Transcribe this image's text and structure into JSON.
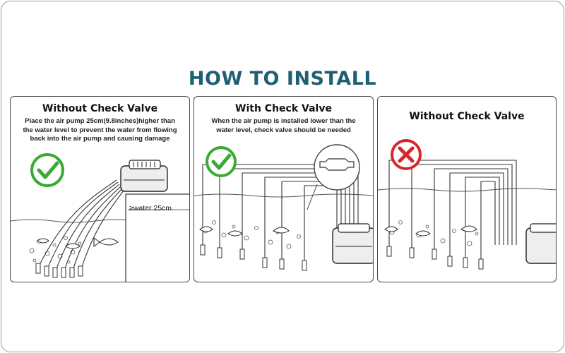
{
  "heading": "HOW TO INSTALL",
  "panels": [
    {
      "title": "Without Check Valve",
      "description_lines": [
        "Place the air pump 25cm(9.8inches)higher than",
        "the water level to prevent the water from flowing",
        "back into the air pump and causing damage"
      ],
      "indicator": "check-mark",
      "indicator_color": "#3aa935",
      "water_label": "≥water 25cm"
    },
    {
      "title": "With Check Valve",
      "description_lines": [
        "When the air pump is installed lower than the",
        "water level, check valve should be needed"
      ],
      "indicator": "check-mark",
      "indicator_color": "#3aa935"
    },
    {
      "title": "Without Check Valve",
      "description_lines": [],
      "indicator": "cross-mark",
      "indicator_color": "#d9262b"
    }
  ],
  "colors": {
    "heading": "#1f5f74",
    "ok": "#3aa935",
    "bad": "#d9262b"
  }
}
